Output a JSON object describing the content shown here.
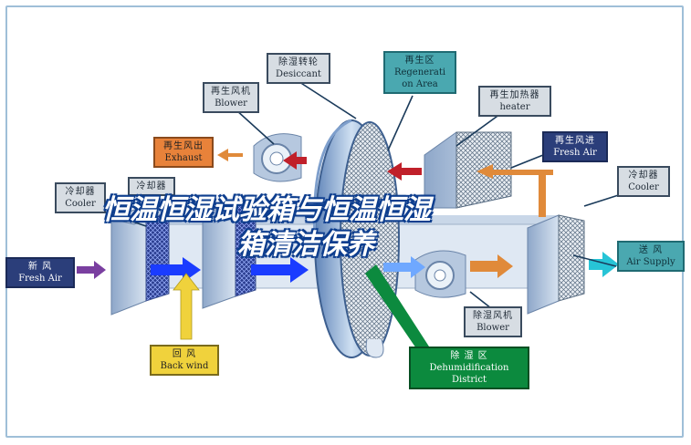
{
  "labels": {
    "desiccant": {
      "cn": "除湿转轮",
      "en": "Desiccant"
    },
    "blower_top": {
      "cn": "再生风机",
      "en": "Blower"
    },
    "regen_area": {
      "cn": "再生区",
      "en1": "Regenerati",
      "en2": "on Area"
    },
    "heater": {
      "cn": "再生加热器",
      "en": "heater"
    },
    "exhaust": {
      "cn": "再生风出",
      "en": "Exhaust"
    },
    "regen_fresh": {
      "cn": "再生风进",
      "en": "Fresh Air"
    },
    "cooler_left": {
      "cn": "冷却器",
      "en": "Cooler"
    },
    "cooler_left2": {
      "cn": "冷却器"
    },
    "cooler_right": {
      "cn": "冷却器",
      "en": "Cooler"
    },
    "fresh_air": {
      "cn": "新    风",
      "en": "Fresh Air"
    },
    "air_supply": {
      "cn": "送  风",
      "en": "Air Supply"
    },
    "back_wind": {
      "cn": "回    风",
      "en": "Back wind"
    },
    "blower_bottom": {
      "cn": "除湿风机",
      "en": "Blower"
    },
    "dehum": {
      "cn": "除    湿    区",
      "en1": "Dehumidification",
      "en2": "District"
    }
  },
  "overlay_title": {
    "line1": "恒温恒湿试验箱与恒温恒湿",
    "line2": "箱清洁保养"
  },
  "colors": {
    "fresh": "#7a3fa0",
    "supply": "#27c4d6",
    "back": "#f0d23c",
    "process": "#1a3cff",
    "exhaust": "#c0202a",
    "warm": "#e08a3a",
    "dehum": "#0c8a3e"
  }
}
